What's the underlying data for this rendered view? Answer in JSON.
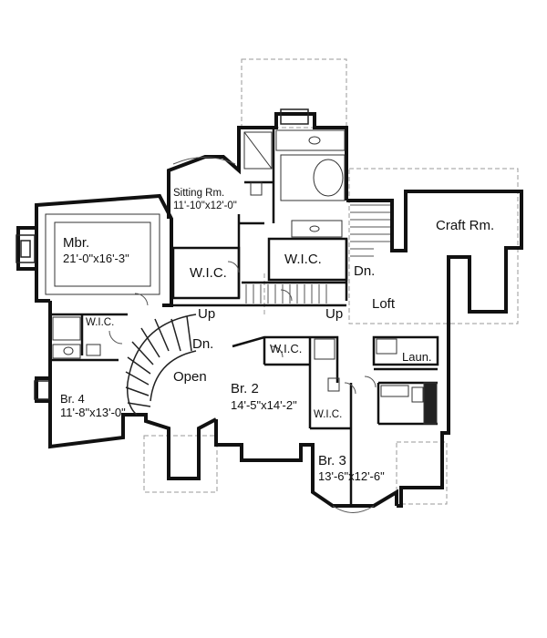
{
  "plan": {
    "rooms": {
      "sitting": {
        "name": "Sitting Rm.",
        "size": "11'-10\"x12'-0\""
      },
      "master": {
        "name": "Mbr.",
        "size": "21'-0\"x16'-3\""
      },
      "wic_master": {
        "name": "W.I.C."
      },
      "wic_bath": {
        "name": "W.I.C."
      },
      "wic_br4": {
        "name": "W.I.C."
      },
      "wic_br2": {
        "name": "W.I.C."
      },
      "wic_br3": {
        "name": "W.I.C."
      },
      "craft": {
        "name": "Craft Rm."
      },
      "loft": {
        "name": "Loft"
      },
      "laundry": {
        "name": "Laun."
      },
      "open": {
        "name": "Open"
      },
      "br2": {
        "name": "Br. 2",
        "size": "14'-5\"x14'-2\""
      },
      "br3": {
        "name": "Br. 3",
        "size": "13'-6\"x12'-6\""
      },
      "br4": {
        "name": "Br. 4",
        "size": "11'-8\"x13'-0\""
      }
    },
    "stairs": {
      "up_left": "Up",
      "up_right": "Up",
      "dn_left": "Dn.",
      "dn_right": "Dn."
    }
  }
}
